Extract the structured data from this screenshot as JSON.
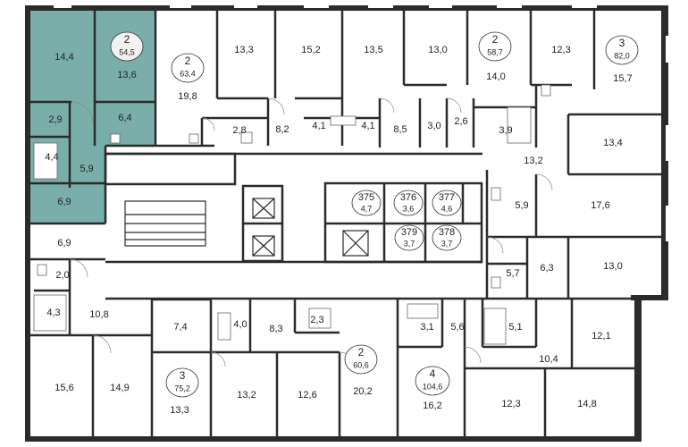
{
  "highlight_color": "#7aaeaa",
  "apartments": [
    {
      "rooms": "2",
      "area": "54,5",
      "highlighted": true
    },
    {
      "rooms": "2",
      "area": "63,4"
    },
    {
      "rooms": "2",
      "area": "58,7"
    },
    {
      "rooms": "3",
      "area": "82,0"
    },
    {
      "rooms": "3",
      "area": "75,2"
    },
    {
      "rooms": "2",
      "area": "60,6"
    },
    {
      "rooms": "4",
      "area": "104,6"
    }
  ],
  "storage": [
    {
      "number": "375",
      "area": "4,7"
    },
    {
      "number": "376",
      "area": "3,6"
    },
    {
      "number": "377",
      "area": "4,6"
    },
    {
      "number": "379",
      "area": "3,7"
    },
    {
      "number": "378",
      "area": "3,7"
    }
  ],
  "rooms": [
    "14,4",
    "13,6",
    "2,9",
    "6,4",
    "4,4",
    "5,9",
    "6,9",
    "19,8",
    "13,3",
    "15,2",
    "13,5",
    "13,0",
    "14,0",
    "12,3",
    "15,7",
    "2,8",
    "8,2",
    "4,1",
    "4,1",
    "8,5",
    "3,0",
    "2,6",
    "3,9",
    "13,4",
    "13,2",
    "5,9",
    "17,6",
    "6,9",
    "2,0",
    "4,3",
    "10,8",
    "5,7",
    "6,3",
    "13,0",
    "7,4",
    "4,0",
    "8,3",
    "2,3",
    "3,1",
    "5,6",
    "5,1",
    "12,1",
    "10,4",
    "15,6",
    "14,9",
    "13,3",
    "13,2",
    "12,6",
    "20,2",
    "16,2",
    "12,3",
    "14,8"
  ]
}
